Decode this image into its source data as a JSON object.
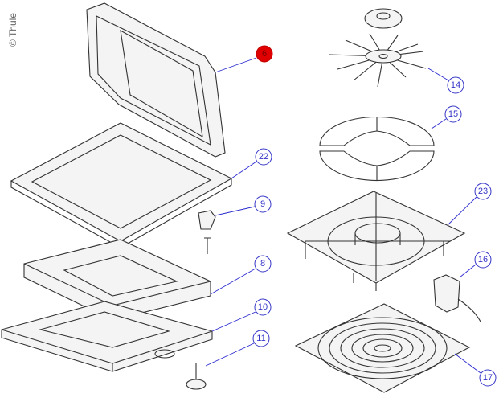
{
  "watermark": "© Thule",
  "highlight_color": "#e00000",
  "callout_color": "#3535c8",
  "callouts": [
    {
      "label": "6",
      "highlighted": true
    },
    {
      "label": "22"
    },
    {
      "label": "9"
    },
    {
      "label": "8"
    },
    {
      "label": "10"
    },
    {
      "label": "11"
    },
    {
      "label": "14"
    },
    {
      "label": "15"
    },
    {
      "label": "23"
    },
    {
      "label": "16"
    },
    {
      "label": "17"
    }
  ]
}
